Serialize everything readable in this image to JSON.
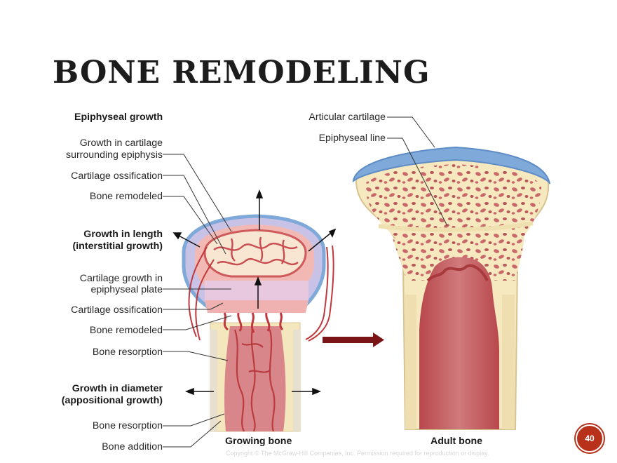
{
  "slide": {
    "title": "BONE REMODELING",
    "page_number": "40",
    "copyright": "Copyright © The McGraw-Hill Companies, Inc. Permission required for reproduction or display."
  },
  "labels": {
    "epiphyseal_growth": "Epiphyseal growth",
    "growth_in_cartilage_1": "Growth in cartilage",
    "growth_in_cartilage_2": "surrounding epiphysis",
    "cartilage_ossification_1": "Cartilage ossification",
    "bone_remodeled_1": "Bone remodeled",
    "growth_in_length_1": "Growth in length",
    "growth_in_length_2": "(interstitial growth)",
    "cartilage_growth_plate_1": "Cartilage growth in",
    "cartilage_growth_plate_2": "epiphyseal plate",
    "cartilage_ossification_2": "Cartilage ossification",
    "bone_remodeled_2": "Bone remodeled",
    "bone_resorption_1": "Bone resorption",
    "growth_in_diameter_1": "Growth in diameter",
    "growth_in_diameter_2": "(appositional growth)",
    "bone_resorption_2": "Bone resorption",
    "bone_addition": "Bone addition",
    "growing_bone": "Growing bone",
    "articular_cartilage": "Articular cartilage",
    "epiphyseal_line": "Epiphyseal line",
    "adult_bone": "Adult bone"
  },
  "colors": {
    "cartilage_blue": "#7fa9d9",
    "bone_yellow": "#f6e9bf",
    "marrow_red": "#c9676a",
    "growth_arrow": "#7a1416",
    "badge": "#b8321b"
  }
}
